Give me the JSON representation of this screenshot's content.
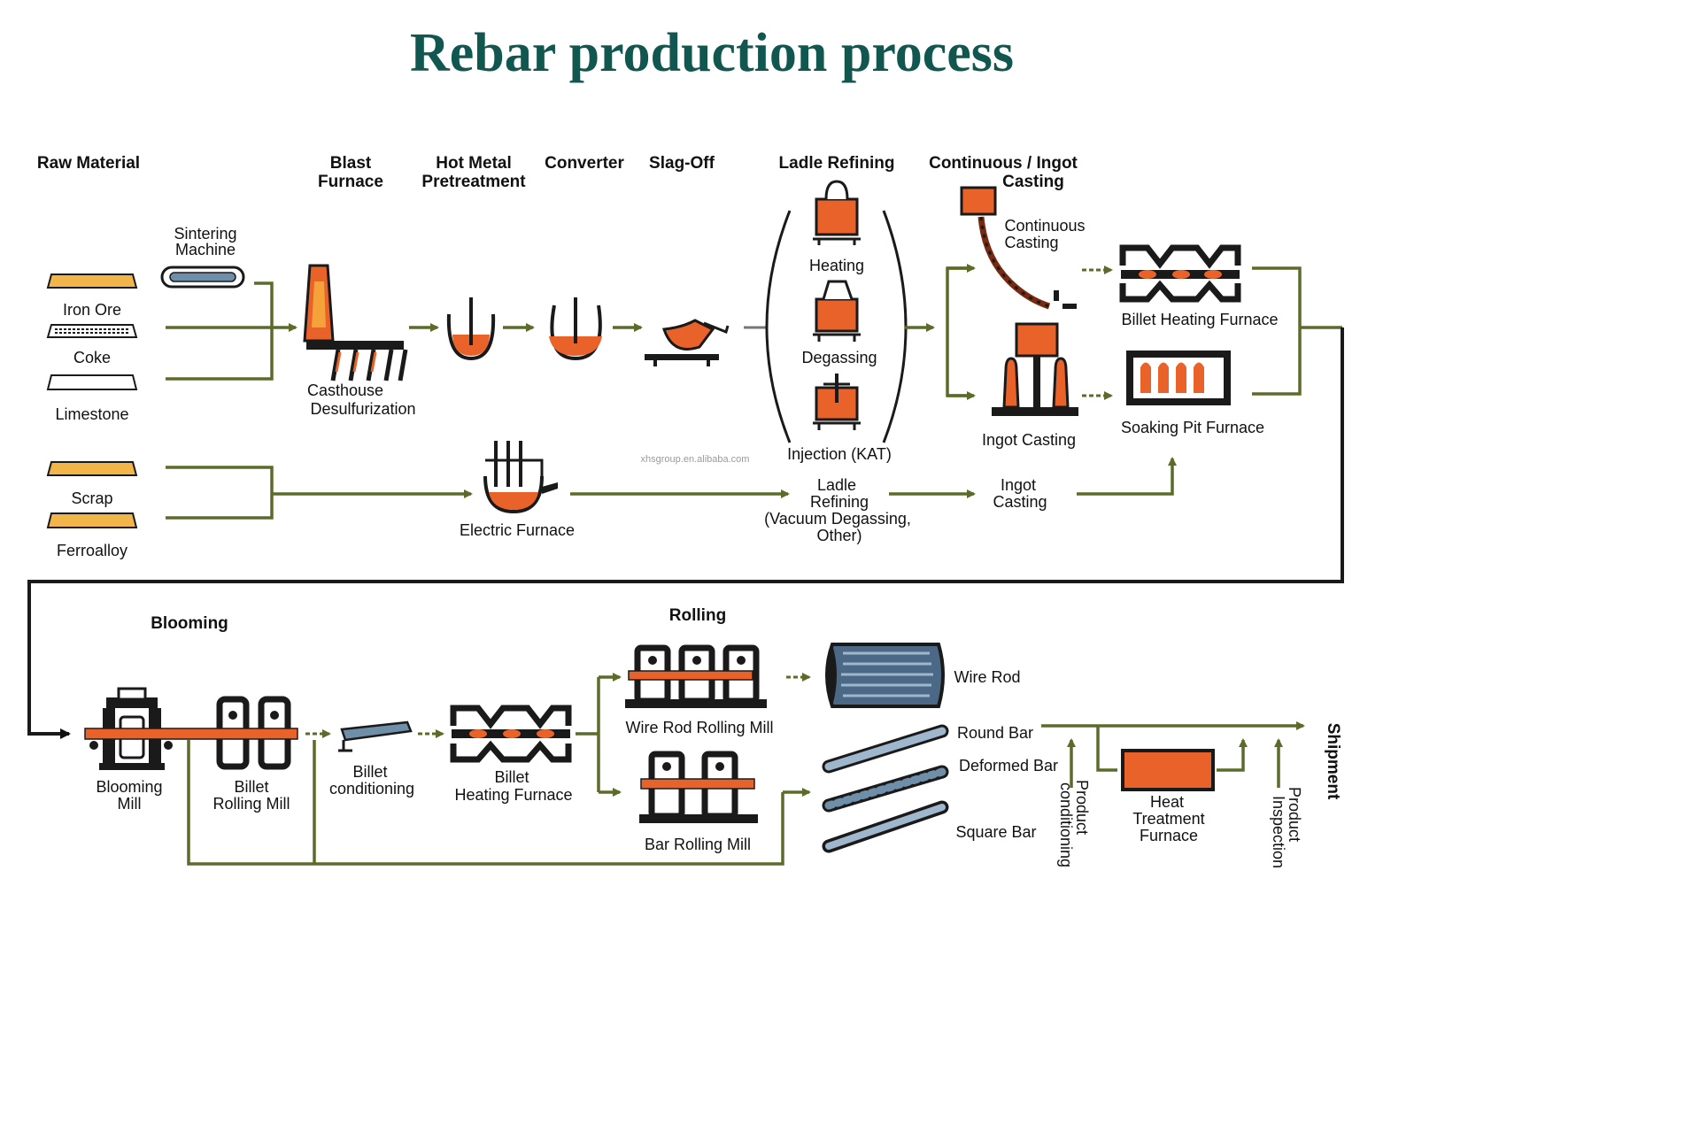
{
  "title": "Rebar production process",
  "watermark": "xhsgroup.en.alibaba.com",
  "colors": {
    "title": "#12574f",
    "arrow": "#5b6b2a",
    "molten": "#e8622a",
    "gold": "#f1b54a",
    "dark": "#1a1a1a",
    "steel": "#6f8fa9",
    "frame": "#0d0d0d"
  },
  "headers": {
    "raw_material": "Raw Material",
    "blast_furnace_1": "Blast",
    "blast_furnace_2": "Furnace",
    "hot_metal_1": "Hot Metal",
    "hot_metal_2": "Pretreatment",
    "converter": "Converter",
    "slag_off": "Slag-Off",
    "ladle_refining": "Ladle Refining",
    "casting_1": "Continuous / Ingot",
    "casting_2": "Casting",
    "blooming": "Blooming",
    "rolling": "Rolling"
  },
  "labels": {
    "sintering_1": "Sintering",
    "sintering_2": "Machine",
    "iron_ore": "Iron Ore",
    "coke": "Coke",
    "limestone": "Limestone",
    "scrap": "Scrap",
    "ferroalloy": "Ferroalloy",
    "casthouse_1": "Casthouse",
    "casthouse_2": "Desulfurization",
    "electric_furnace": "Electric Furnace",
    "heating": "Heating",
    "degassing": "Degassing",
    "injection": "Injection (KAT)",
    "ladle_refining_b_1": "Ladle",
    "ladle_refining_b_2": "Refining",
    "ladle_refining_b_3": "(Vacuum Degassing,",
    "ladle_refining_b_4": "Other)",
    "continuous_casting_1": "Continuous",
    "continuous_casting_2": "Casting",
    "ingot_casting": "Ingot Casting",
    "ingot_casting_b_1": "Ingot",
    "ingot_casting_b_2": "Casting",
    "billet_heating_furnace": "Billet Heating Furnace",
    "soaking_pit_furnace": "Soaking Pit Furnace",
    "blooming_mill_1": "Blooming",
    "blooming_mill_2": "Mill",
    "billet_rolling_mill_1": "Billet",
    "billet_rolling_mill_2": "Rolling Mill",
    "billet_conditioning_1": "Billet",
    "billet_conditioning_2": "conditioning",
    "billet_heating_b_1": "Billet",
    "billet_heating_b_2": "Heating Furnace",
    "wire_rod_rolling_mill": "Wire Rod Rolling Mill",
    "bar_rolling_mill": "Bar Rolling Mill",
    "wire_rod": "Wire Rod",
    "round_bar": "Round Bar",
    "deformed_bar": "Deformed Bar",
    "square_bar": "Square Bar",
    "product_conditioning_1": "Product",
    "product_conditioning_2": "conditioning",
    "heat_treatment_1": "Heat",
    "heat_treatment_2": "Treatment",
    "heat_treatment_3": "Furnace",
    "product_inspection_1": "Product",
    "product_inspection_2": "Inspection",
    "shipment": "Shipment"
  }
}
